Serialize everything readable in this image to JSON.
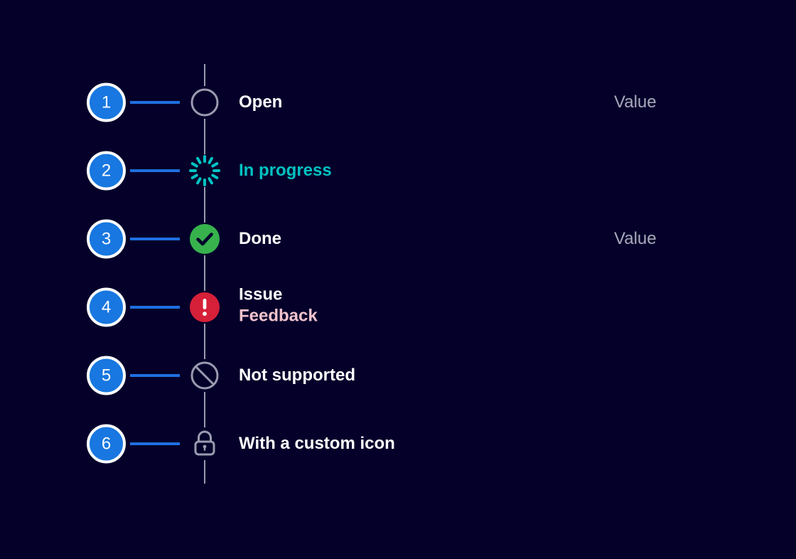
{
  "theme": {
    "background": "#04002a",
    "badge_fill": "#1877e0",
    "badge_ring": "#ffffff",
    "badge_text": "#ffffff",
    "connector": "#1f6fe0",
    "spine": "#9b9bb0",
    "label_default": "#ffffff",
    "value_text": "#a9a8bc",
    "open_icon": "#9b9bb0",
    "in_progress": "#00c3c3",
    "done_icon": "#37b24d",
    "done_check": "#04002a",
    "issue_icon": "#d62039",
    "issue_glyph": "#ffffff",
    "feedback_text": "#f3c3cd",
    "not_supported_icon": "#9b9bb0",
    "custom_icon": "#9b9bb0"
  },
  "rows": [
    {
      "number": "1",
      "icon": "circle-outline-icon",
      "label": "Open",
      "label_color": "#ffffff",
      "sublabel": "",
      "sublabel_color": "",
      "value": "Value",
      "value_visible": true
    },
    {
      "number": "2",
      "icon": "spinner-icon",
      "label": "In progress",
      "label_color": "#00c3c3",
      "sublabel": "",
      "sublabel_color": "",
      "value": "",
      "value_visible": false
    },
    {
      "number": "3",
      "icon": "check-circle-icon",
      "label": "Done",
      "label_color": "#ffffff",
      "sublabel": "",
      "sublabel_color": "",
      "value": "Value",
      "value_visible": true
    },
    {
      "number": "4",
      "icon": "exclamation-circle-icon",
      "label": "Issue",
      "label_color": "#ffffff",
      "sublabel": "Feedback",
      "sublabel_color": "#f3c3cd",
      "value": "",
      "value_visible": false
    },
    {
      "number": "5",
      "icon": "no-entry-icon",
      "label": "Not supported",
      "label_color": "#ffffff",
      "sublabel": "",
      "sublabel_color": "",
      "value": "",
      "value_visible": false
    },
    {
      "number": "6",
      "icon": "lock-icon",
      "label": "With a custom icon",
      "label_color": "#ffffff",
      "sublabel": "",
      "sublabel_color": "",
      "value": "",
      "value_visible": false
    }
  ]
}
